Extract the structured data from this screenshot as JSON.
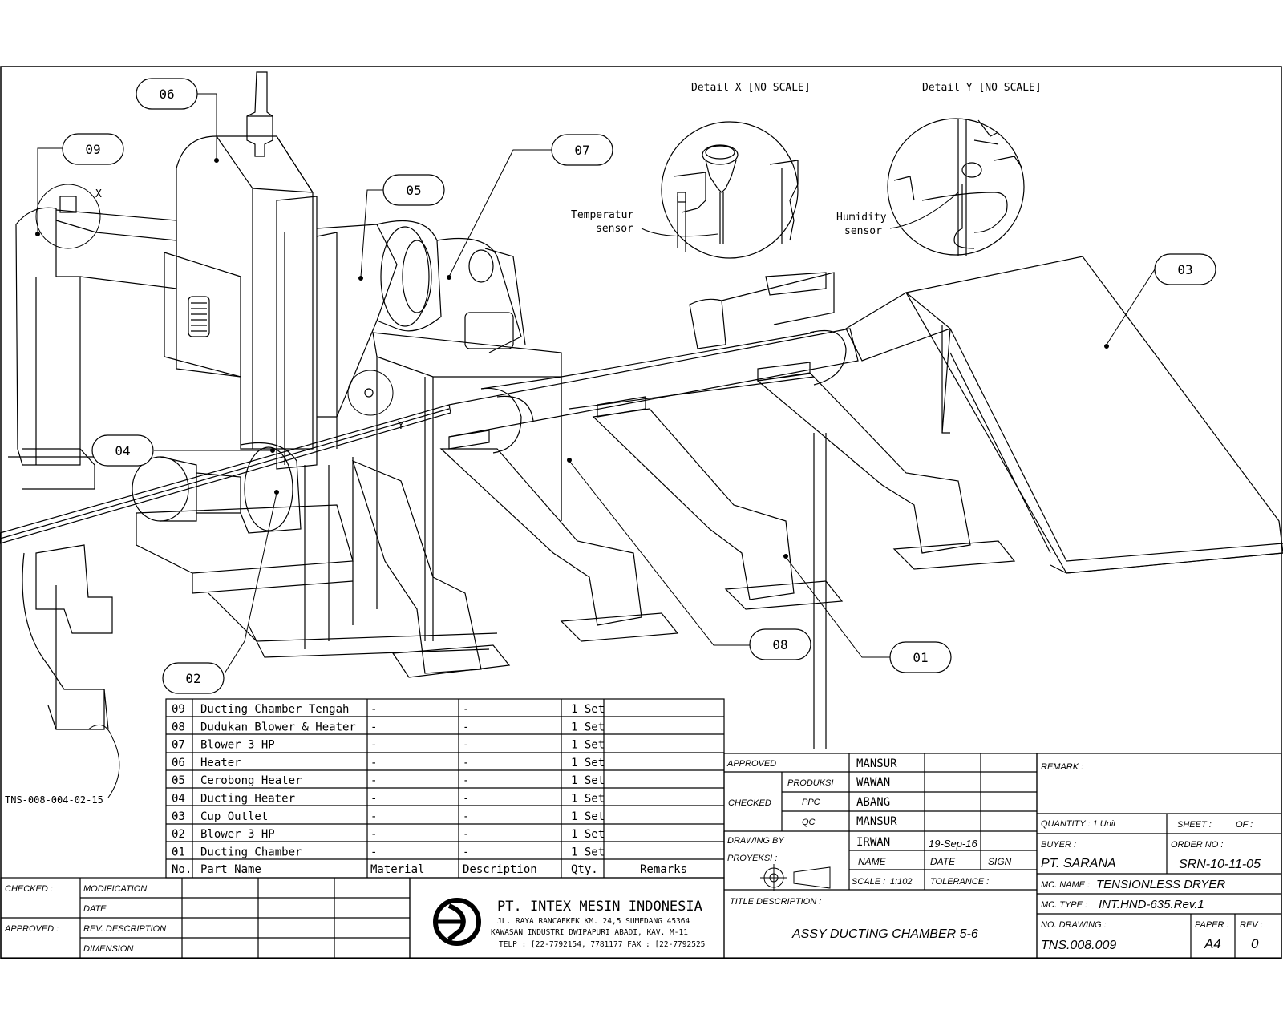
{
  "callouts": {
    "c06": "06",
    "c09": "09",
    "c05": "05",
    "c07": "07",
    "c03": "03",
    "c04": "04",
    "c02": "02",
    "c08": "08",
    "c01": "01"
  },
  "details": {
    "x_title": "Detail X [NO SCALE]",
    "y_title": "Detail Y [NO SCALE]",
    "temp_label_1": "Temperatur",
    "temp_label_2": "sensor",
    "hum_label_1": "Humidity",
    "hum_label_2": "sensor",
    "marker_x": "X",
    "marker_y": "Y"
  },
  "side_ref": "TNS-008-004-02-15",
  "bom": {
    "rows": [
      {
        "no": "09",
        "name": "Ducting Chamber Tengah",
        "material": "-",
        "description": "-",
        "qty": "1 Set",
        "remarks": ""
      },
      {
        "no": "08",
        "name": "Dudukan Blower & Heater",
        "material": "-",
        "description": "-",
        "qty": "1 Set",
        "remarks": ""
      },
      {
        "no": "07",
        "name": "Blower 3 HP",
        "material": "-",
        "description": "-",
        "qty": "1 Set",
        "remarks": ""
      },
      {
        "no": "06",
        "name": "Heater",
        "material": "-",
        "description": "-",
        "qty": "1 Set",
        "remarks": ""
      },
      {
        "no": "05",
        "name": "Cerobong Heater",
        "material": "-",
        "description": "-",
        "qty": "1 Set",
        "remarks": ""
      },
      {
        "no": "04",
        "name": "Ducting Heater",
        "material": "-",
        "description": "-",
        "qty": "1 Set",
        "remarks": ""
      },
      {
        "no": "03",
        "name": "Cup Outlet",
        "material": "-",
        "description": "-",
        "qty": "1 Set",
        "remarks": ""
      },
      {
        "no": "02",
        "name": "Blower 3 HP",
        "material": "-",
        "description": "-",
        "qty": "1 Set",
        "remarks": ""
      },
      {
        "no": "01",
        "name": "Ducting Chamber",
        "material": "-",
        "description": "-",
        "qty": "1 Set",
        "remarks": ""
      }
    ],
    "headers": {
      "no": "No.",
      "name": "Part Name",
      "material": "Material",
      "description": "Description",
      "qty": "Qty.",
      "remarks": "Remarks"
    }
  },
  "revision": {
    "checked": "CHECKED :",
    "approved": "APPROVED :",
    "modification": "MODIFICATION",
    "date": "DATE",
    "rev_description": "REV. DESCRIPTION",
    "dimension": "DIMENSION"
  },
  "company": {
    "name": "PT. INTEX MESIN INDONESIA",
    "addr1": "JL. RAYA RANCAEKEK KM. 24,5 SUMEDANG 45364",
    "addr2": "KAWASAN INDUSTRI DWIPAPURI ABADI, KAV. M-11",
    "addr3": "TELP : [22-7792154, 7781177 FAX : [22-7792525"
  },
  "signoff": {
    "approved": "APPROVED",
    "approved_name": "MANSUR",
    "checked": "CHECKED",
    "produksi": "PRODUKSI",
    "produksi_name": "WAWAN",
    "ppc": "PPC",
    "ppc_name": "ABANG",
    "qc": "QC",
    "qc_name": "MANSUR",
    "drawing_by": "DRAWING BY",
    "drawing_by_name": "IRWAN",
    "drawing_date": "19-Sep-16",
    "proyeksi": "PROYEKSI :",
    "col_name": "NAME",
    "col_date": "DATE",
    "col_sign": "SIGN",
    "scale_label": "SCALE :",
    "scale_value": "1:102",
    "tolerance": "TOLERANCE :",
    "title_desc_label": "TITLE DESCRIPTION :",
    "title_desc": "ASSY DUCTING CHAMBER 5-6"
  },
  "info": {
    "remark": "REMARK :",
    "quantity": "QUANTITY : 1 Unit",
    "sheet": "SHEET :",
    "of": "OF :",
    "buyer_label": "BUYER :",
    "buyer": "PT. SARANA",
    "order_label": "ORDER NO :",
    "order": "SRN-10-11-05",
    "mc_name_label": "MC. NAME :",
    "mc_name": "TENSIONLESS DRYER",
    "mc_type_label": "MC. TYPE :",
    "mc_type": "INT.HND-635.Rev.1",
    "no_drawing_label": "NO. DRAWING :",
    "no_drawing": "TNS.008.009",
    "paper_label": "PAPER :",
    "paper": "A4",
    "rev_label": "REV :",
    "rev": "0"
  }
}
